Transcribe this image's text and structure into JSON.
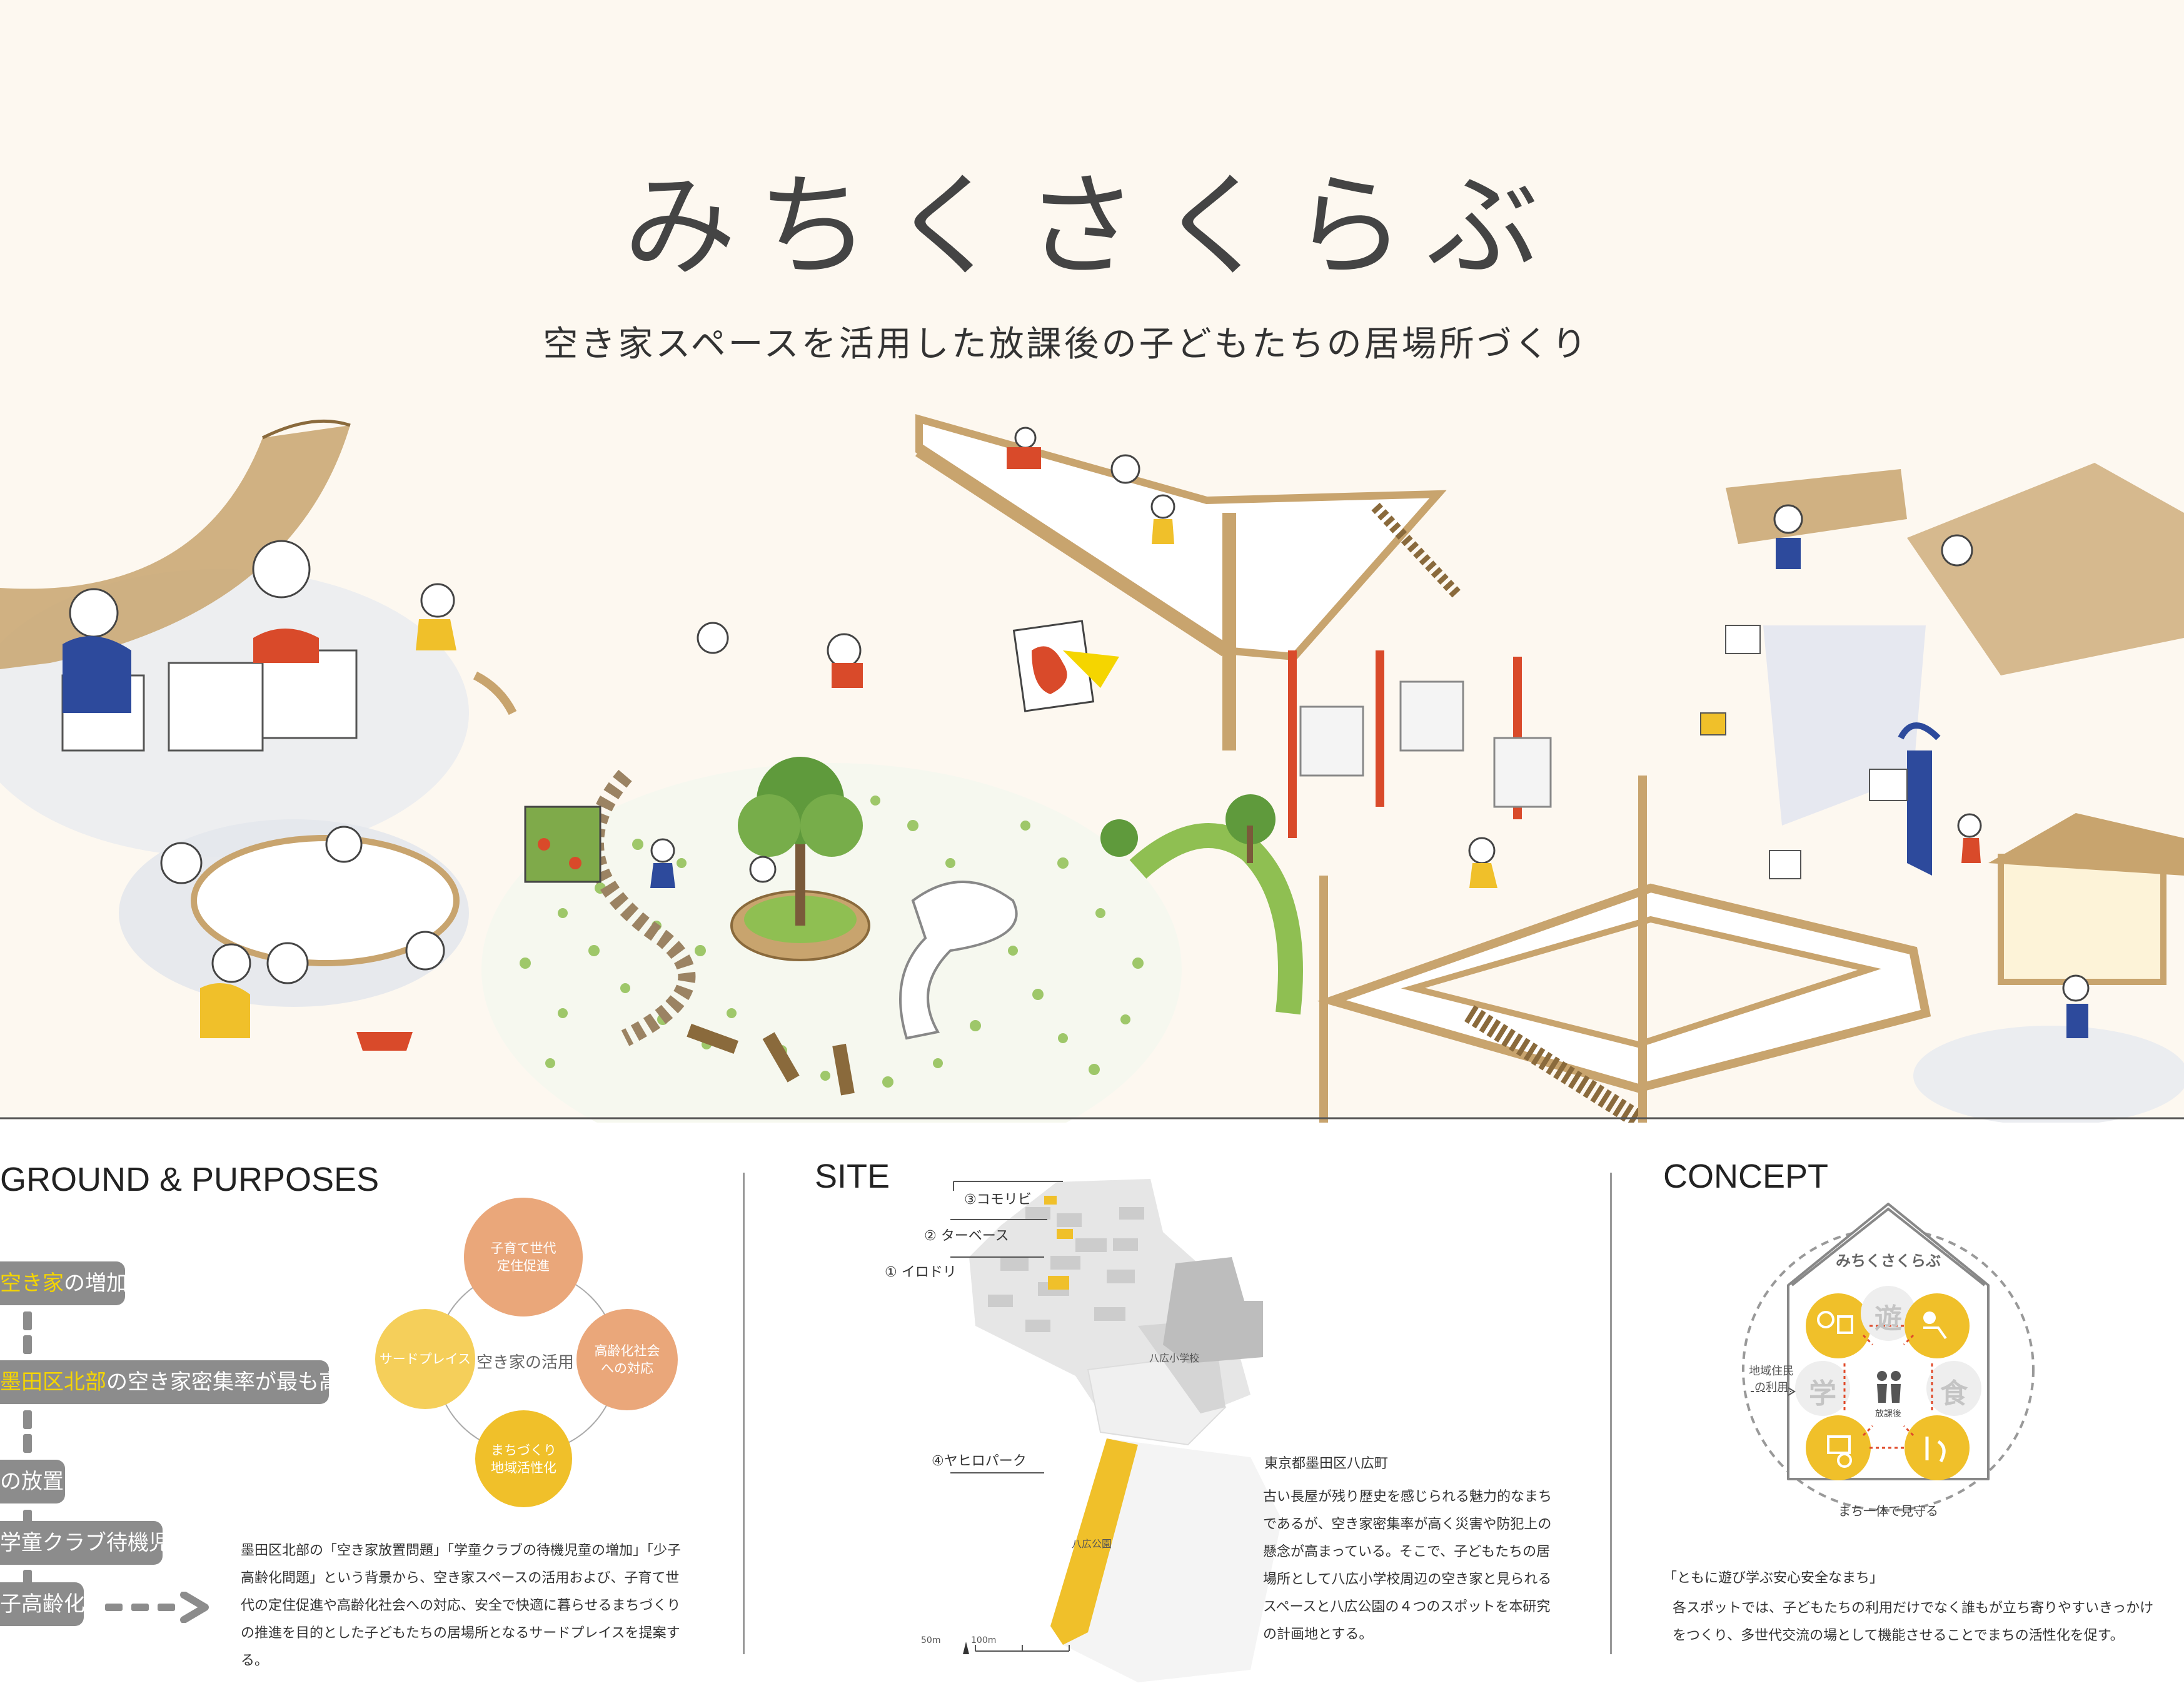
{
  "title": "みちくさくらぶ",
  "subtitle": "空き家スペースを活用した放課後の子どもたちの居場所づくり",
  "background": {
    "heading": "GROUND & PURPOSES",
    "pills": [
      {
        "highlight": "空き家",
        "text": "の増加"
      },
      {
        "highlight": "墨田区北部",
        "text": "の空き家密集率が最も高い"
      },
      {
        "highlight": "",
        "text": "の放置"
      },
      {
        "highlight": "",
        "text": "学童クラブ待機児童"
      },
      {
        "highlight": "",
        "text": "子高齢化"
      }
    ],
    "diagram": {
      "center": "空き家の活用",
      "top": "子育て世代\n定住促進",
      "right": "高齢化社会\nへの対応",
      "bottom": "まちづくり\n地域活性化",
      "left": "サードプレイス"
    },
    "description": "墨田区北部の「空き家放置問題」「学童クラブの待機児童の増加」「少子高齢化問題」という背景から、空き家スペースの活用および、子育て世代の定住促進や高齢化社会への対応、安全で快適に暮らせるまちづくりの推進を目的とした子どもたちの居場所となるサードプレイスを提案する。"
  },
  "site": {
    "heading": "SITE",
    "spots": [
      "③コモリビ",
      "② ターベース",
      "① イロドリ",
      "④ヤヒロパーク"
    ],
    "places": [
      "八広小学校",
      "八広公園"
    ],
    "scale": [
      "50m",
      "100m"
    ],
    "location": "東京都墨田区八広町",
    "description": "古い長屋が残り歴史を感じられる魅力的なまちであるが、空き家密集率が高く災害や防犯上の懸念が高まっている。そこで、子どもたちの居場所として八広小学校周辺の空き家と見られるスペースと八広公園の４つのスポットを本研究の計画地とする。"
  },
  "concept": {
    "heading": "CONCEPT",
    "house_title": "みちくさくらぶ",
    "kanji": [
      "遊",
      "学",
      "食"
    ],
    "center_label": "放課後",
    "side_label": "地域住民\nの利用",
    "footer": "まち一体で見守る",
    "tagline": "「ともに遊び学ぶ安心安全なまち」",
    "description": "各スポットでは、子どもたちの利用だけでなく誰もが立ち寄りやすいきっかけをつくり、多世代交流の場として機能させることでまちの活性化を促す。"
  },
  "colors": {
    "hero_bg": "#fdf8f0",
    "yellow": "#f0c02a",
    "orange": "#eaa77a",
    "pill_gray": "#8c8c8c",
    "highlight": "#f5d500",
    "green": "#8fbf52",
    "wood": "#c8a46e"
  }
}
